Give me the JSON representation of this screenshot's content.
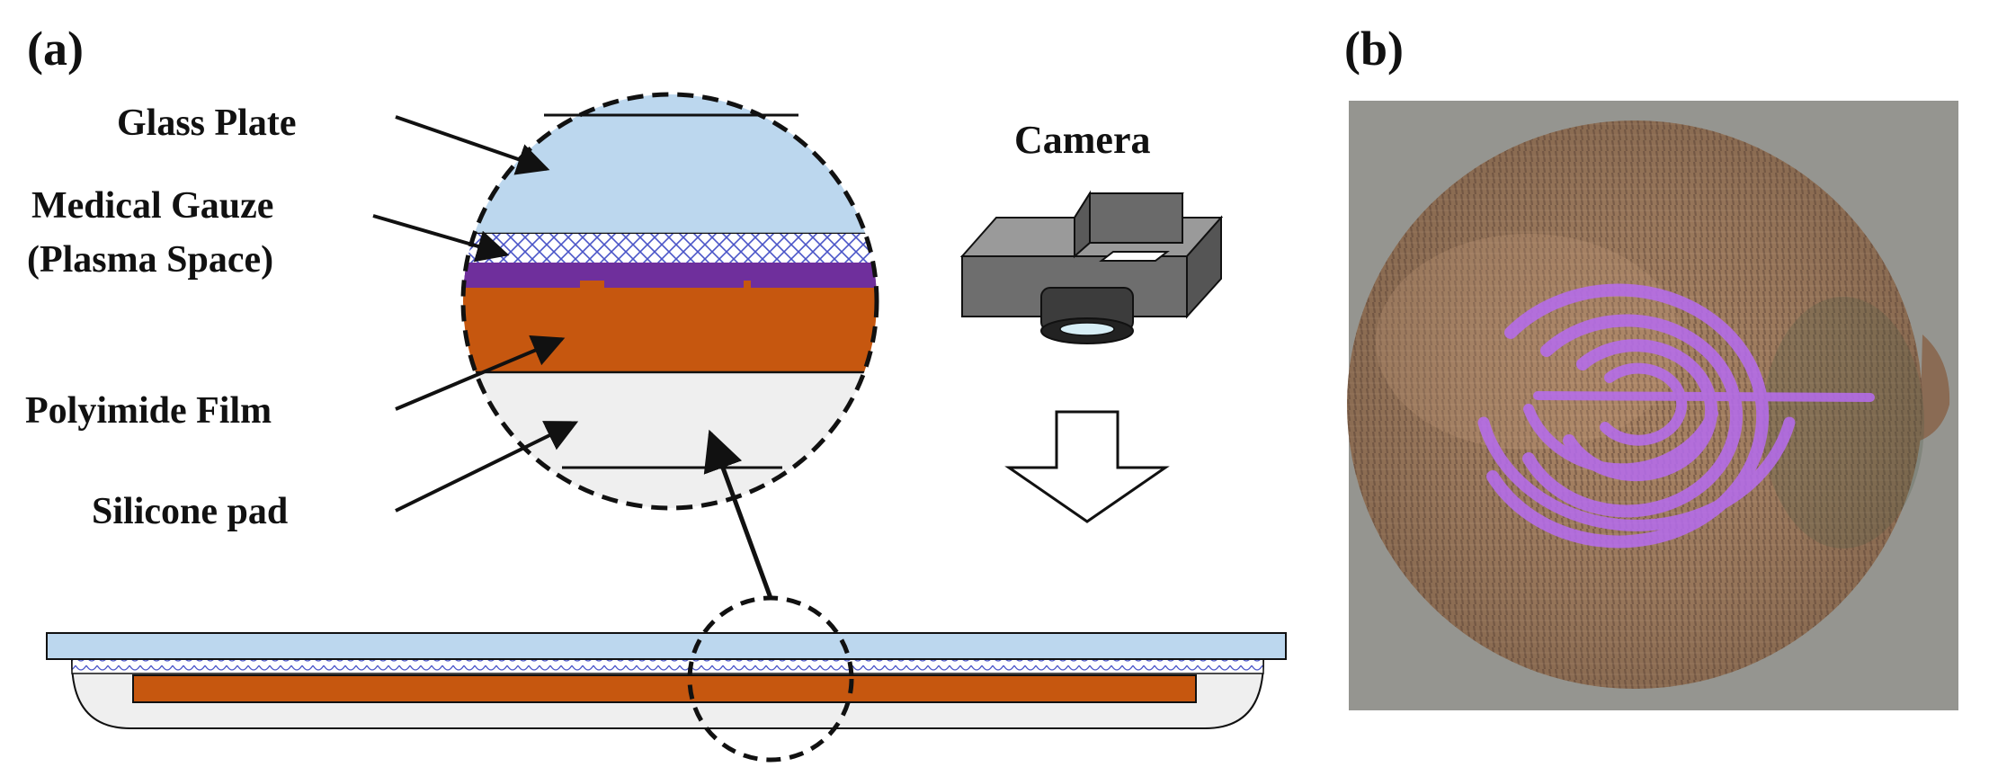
{
  "panel_a": {
    "label": "(a)",
    "glass_plate_label": "Glass Plate",
    "medical_gauze_label": "Medical Gauze",
    "plasma_space_label": "(Plasma Space)",
    "polyimide_label": "Polyimide Film",
    "silicone_label": "Silicone pad",
    "camera_label": "Camera"
  },
  "panel_b": {
    "label": "(b)"
  },
  "colors": {
    "glass": "#bcd7ee",
    "polyimide": "#c6570f",
    "electrode": "#6f2f9c",
    "silicone": "#efefef",
    "camera_body": "#6e6e6e",
    "plasma_glow": "#b66cf0"
  }
}
